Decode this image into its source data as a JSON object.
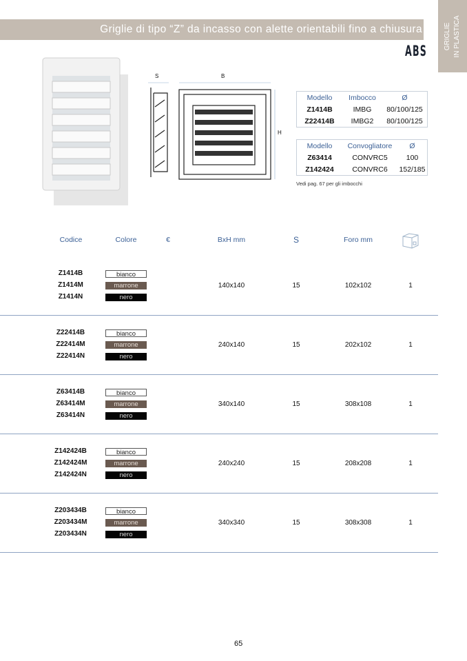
{
  "header": {
    "title": "Griglie di tipo “Z” da incasso con alette orientabili fino a chiusura",
    "material": "ABS",
    "side_tab": [
      "GRIGLIE",
      "IN PLASTICA"
    ]
  },
  "diagram": {
    "labels": {
      "s": "S",
      "b": "B",
      "h": "H"
    }
  },
  "table_imbocco": {
    "headers": [
      "Modello",
      "Imbocco",
      "Ø"
    ],
    "rows": [
      [
        "Z1414B",
        "IMBG",
        "80/100/125"
      ],
      [
        "Z22414B",
        "IMBG2",
        "80/100/125"
      ]
    ]
  },
  "table_convogliatore": {
    "headers": [
      "Modello",
      "Convogliatore",
      "Ø"
    ],
    "rows": [
      [
        "Z63414",
        "CONVRC5",
        "100"
      ],
      [
        "Z142424",
        "CONVRC6",
        "152/185"
      ]
    ]
  },
  "note": "Vedi pag. 67 per gli imbocchi",
  "main_table": {
    "headers": {
      "codice": "Codice",
      "colore": "Colore",
      "euro": "€",
      "bxh": "BxH mm",
      "s": "S",
      "foro": "Foro mm"
    },
    "colors": [
      "bianco",
      "marrone",
      "nero"
    ],
    "groups": [
      {
        "codes": [
          "Z1414B",
          "Z1414M",
          "Z1414N"
        ],
        "bxh": "140x140",
        "s": "15",
        "foro": "102x102",
        "qty": "1"
      },
      {
        "codes": [
          "Z22414B",
          "Z22414M",
          "Z22414N"
        ],
        "bxh": "240x140",
        "s": "15",
        "foro": "202x102",
        "qty": "1"
      },
      {
        "codes": [
          "Z63414B",
          "Z63414M",
          "Z63414N"
        ],
        "bxh": "340x140",
        "s": "15",
        "foro": "308x108",
        "qty": "1"
      },
      {
        "codes": [
          "Z142424B",
          "Z142424M",
          "Z142424N"
        ],
        "bxh": "240x240",
        "s": "15",
        "foro": "208x208",
        "qty": "1"
      },
      {
        "codes": [
          "Z203434B",
          "Z203434M",
          "Z203434N"
        ],
        "bxh": "340x340",
        "s": "15",
        "foro": "308x308",
        "qty": "1"
      }
    ]
  },
  "page_number": "65"
}
